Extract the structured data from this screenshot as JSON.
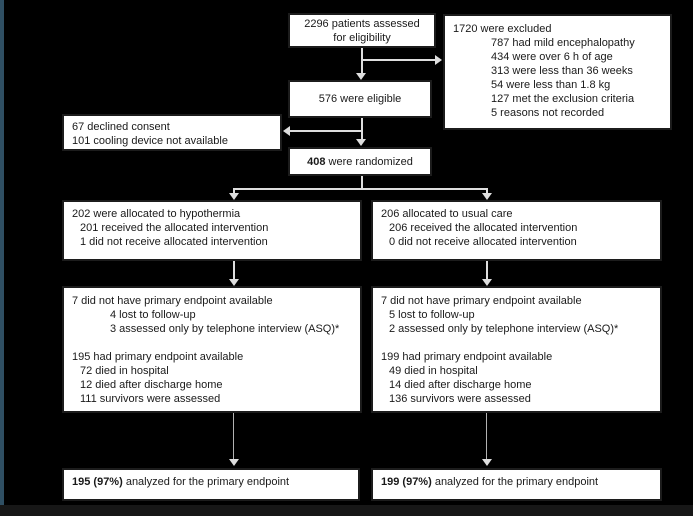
{
  "colors": {
    "bg": "#000000",
    "box_bg": "#ffffff",
    "box_border": "#1c1c1c",
    "text": "#1a1a1a",
    "arrow": "#dedede",
    "frame_left": "#2f4f63",
    "frame_bottom": "#171717"
  },
  "boxes": {
    "assessed": {
      "lines": [
        {
          "text": "2296 patients assessed",
          "indent": 0
        },
        {
          "text": "for eligibility",
          "indent": 0
        }
      ]
    },
    "excluded": {
      "lines": [
        {
          "text": "1720 were excluded",
          "indent": 0
        },
        {
          "text": "787 had mild encephalopathy",
          "indent": 2
        },
        {
          "text": "434 were over 6 h of age",
          "indent": 2
        },
        {
          "text": "313 were less than 36 weeks",
          "indent": 2
        },
        {
          "text": "54 were less than 1.8 kg",
          "indent": 2
        },
        {
          "text": "127 met the exclusion criteria",
          "indent": 2
        },
        {
          "text": "5 reasons not recorded",
          "indent": 2
        }
      ]
    },
    "eligible": {
      "text": "576 were eligible"
    },
    "declined": {
      "lines": [
        {
          "text": "67 declined consent",
          "indent": 0
        },
        {
          "text": "101 cooling device not available",
          "indent": 0
        }
      ]
    },
    "randomized": {
      "bold": "408",
      "rest": " were randomized"
    },
    "arm_left": {
      "lines": [
        {
          "text": "202 were allocated to hypothermia",
          "indent": 0
        },
        {
          "text": "201 received the allocated intervention",
          "indent": 1
        },
        {
          "text": "1 did not receive allocated intervention",
          "indent": 1
        }
      ]
    },
    "arm_right": {
      "lines": [
        {
          "text": "206 allocated to usual care",
          "indent": 0
        },
        {
          "text": "206 received the allocated intervention",
          "indent": 1
        },
        {
          "text": "0 did not receive allocated intervention",
          "indent": 1
        }
      ]
    },
    "mid_left": {
      "lines": [
        {
          "text": "7 did not have primary endpoint available",
          "indent": 0
        },
        {
          "text": "4 lost to follow-up",
          "indent": 2
        },
        {
          "text": "3 assessed only by telephone interview (ASQ)*",
          "indent": 2
        },
        {
          "text": "",
          "indent": 0
        },
        {
          "text": "195 had primary endpoint available",
          "indent": 0
        },
        {
          "text": "72 died in hospital",
          "indent": 1
        },
        {
          "text": "12 died after discharge home",
          "indent": 1
        },
        {
          "text": "111 survivors were assessed",
          "indent": 1
        }
      ]
    },
    "mid_right": {
      "lines": [
        {
          "text": "7 did not have primary endpoint available",
          "indent": 0
        },
        {
          "text": "5 lost to follow-up",
          "indent": 1
        },
        {
          "text": "2 assessed only by telephone interview (ASQ)*",
          "indent": 1
        },
        {
          "text": "",
          "indent": 0
        },
        {
          "text": "199 had primary endpoint available",
          "indent": 0
        },
        {
          "text": "49 died in hospital",
          "indent": 1
        },
        {
          "text": "14 died after discharge home",
          "indent": 1
        },
        {
          "text": "136 survivors were assessed",
          "indent": 1
        }
      ]
    },
    "final_left": {
      "bold": "195 (97%)",
      "rest": " analyzed for the primary endpoint"
    },
    "final_right": {
      "bold": "199 (97%)",
      "rest": " analyzed for the primary endpoint"
    }
  }
}
